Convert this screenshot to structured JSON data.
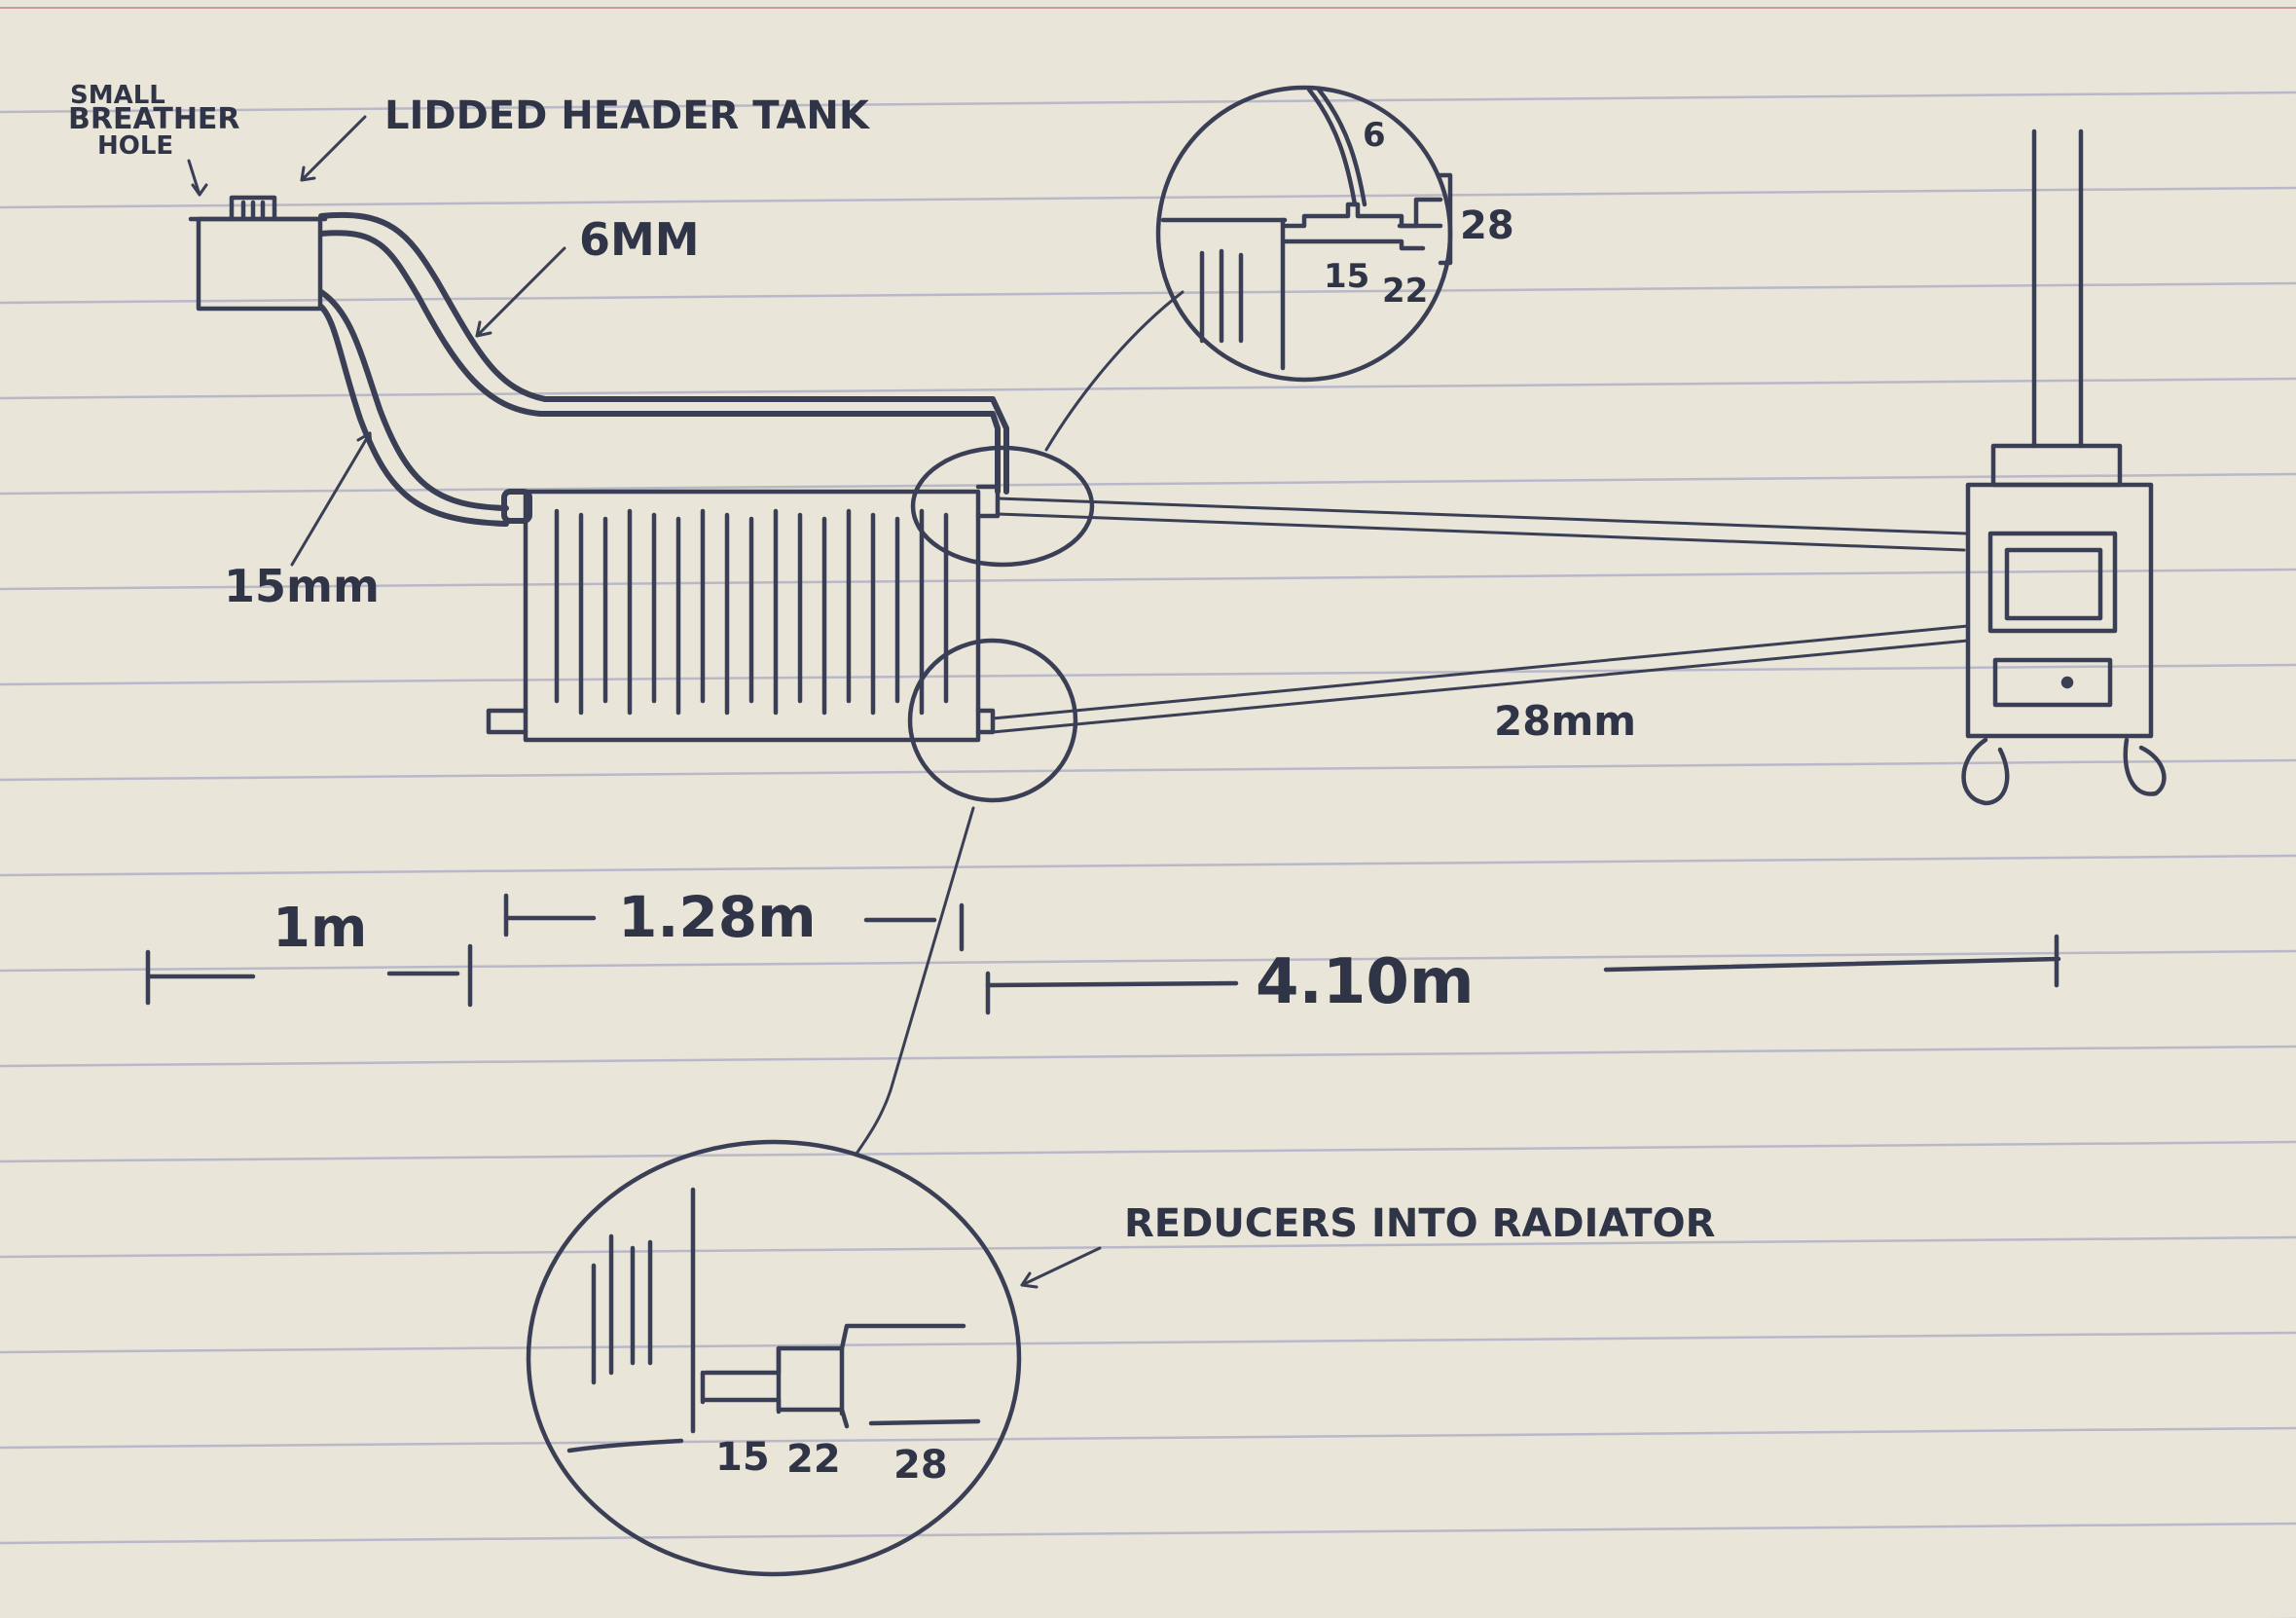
{
  "labels": {
    "breather_line1": "SMALL",
    "breather_line2": "BREATHER",
    "breather_line3": "HOLE",
    "header_tank": "LIDDED HEADER TANK",
    "pipe_6mm": "6MM",
    "pipe_15mm": "15mm",
    "pipe_28mm": "28mm",
    "reducers": "REDUCERS INTO RADIATOR"
  },
  "dimensions": {
    "first": "1m",
    "second": "1.28m",
    "third": "4.10m"
  },
  "top_detail": {
    "size_6": "6",
    "size_15": "15",
    "size_22": "22",
    "size_28": "28"
  },
  "bottom_detail": {
    "size_15": "15",
    "size_22": "22",
    "size_28": "28"
  },
  "colors": {
    "paper": "#e9e5d8",
    "ink": "#3a3f55",
    "rule_line": "#b9b8c8",
    "margin": "#c99aa4"
  }
}
